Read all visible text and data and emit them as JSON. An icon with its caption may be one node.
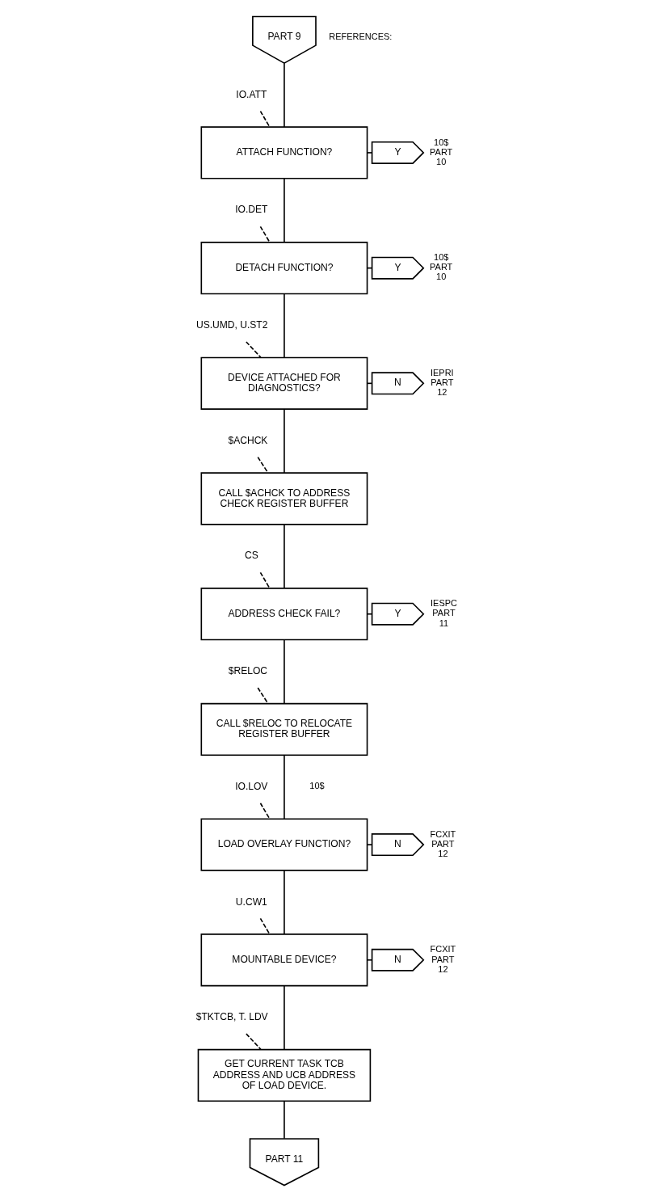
{
  "diagram": {
    "nodes": [
      {
        "text": [
          "PART 9"
        ]
      },
      {
        "text": [
          "IO.ATT"
        ]
      },
      {
        "text": [
          "ATTACH FUNCTION?"
        ]
      },
      {
        "text": [
          "Y"
        ],
        "beside": [
          "10$ PART 10"
        ]
      },
      {
        "text": [
          "IO.DET"
        ]
      },
      {
        "text": [
          "DETACH FUNCTION?"
        ]
      },
      {
        "text": [
          "Y"
        ],
        "beside": [
          "10$ PART 10"
        ]
      },
      {
        "text": [
          "US.UMD, U.ST2"
        ]
      },
      {
        "text": [
          "DEVICE ATTACHED FOR DIAGNOSTICS?"
        ]
      },
      {
        "text": [
          "N"
        ],
        "beside": [
          "IEPRI PART 12"
        ]
      },
      {
        "text": [
          "$ACHCK"
        ]
      },
      {
        "text": [
          "CALL $ACHCK TO ADDRESS CHECK REGISTER BUFFER"
        ]
      },
      {
        "text": [
          "CS"
        ]
      },
      {
        "text": [
          "ADDRESS CHECK FAIL?"
        ]
      },
      {
        "text": [
          "Y"
        ],
        "beside": [
          "IESPC PART 11"
        ]
      },
      {
        "text": [
          "$RELOC"
        ]
      },
      {
        "text": [
          "CALL $RELOC TO RELOCATE REGISTER BUFFER"
        ]
      },
      {
        "text": [
          "IO.LOV"
        ]
      },
      {
        "text": [
          "LOAD OVERLAY FUNCTION?"
        ]
      },
      {
        "text": [
          "N"
        ],
        "beside": [
          "FCXIT PART 12"
        ]
      },
      {
        "text": [
          "U.CW1"
        ]
      },
      {
        "text": [
          "MOUNTABLE DEVICE?"
        ]
      },
      {
        "text": [
          "N"
        ],
        "beside": [
          "FCXIT PART 12"
        ]
      },
      {
        "text": [
          "$TKTCB, T. LDV"
        ]
      },
      {
        "text": [
          "GET CURRENT TASK TCB ADDRESS AND UCB ADDRESS OF LOAD DEVICE."
        ]
      },
      {
        "text": [
          "PART 11"
        ]
      }
    ],
    "edges": [
      {
        "from": 0,
        "to": 2,
        "arrow": "none"
      },
      {
        "from": 1,
        "to": 2,
        "arrow": "none",
        "style": "dashed"
      },
      {
        "from": 2,
        "to": 3,
        "arrow": "none"
      },
      {
        "from": 2,
        "to": 5,
        "arrow": "none"
      },
      {
        "from": 4,
        "to": 5,
        "arrow": "none",
        "style": "dashed"
      },
      {
        "from": 5,
        "to": 6,
        "arrow": "none"
      },
      {
        "from": 5,
        "to": 8,
        "arrow": "none"
      },
      {
        "from": 7,
        "to": 8,
        "arrow": "none",
        "style": "dashed"
      },
      {
        "from": 8,
        "to": 9,
        "arrow": "none"
      },
      {
        "from": 8,
        "to": 11,
        "arrow": "none"
      },
      {
        "from": 10,
        "to": 11,
        "arrow": "none",
        "style": "dashed"
      },
      {
        "from": 11,
        "to": 13,
        "arrow": "none"
      },
      {
        "from": 12,
        "to": 13,
        "arrow": "none",
        "style": "dashed"
      },
      {
        "from": 13,
        "to": 14,
        "arrow": "none"
      },
      {
        "from": 13,
        "to": 16,
        "arrow": "none"
      },
      {
        "from": 15,
        "to": 16,
        "arrow": "none",
        "style": "dashed"
      },
      {
        "from": 16,
        "to": 18,
        "arrow": "none"
      },
      {
        "from": 17,
        "to": 18,
        "arrow": "none",
        "style": "dashed"
      },
      {
        "from": 18,
        "to": 19,
        "arrow": "none"
      },
      {
        "from": 18,
        "to": 21,
        "arrow": "none"
      },
      {
        "from": 20,
        "to": 21,
        "arrow": "none",
        "style": "dashed"
      },
      {
        "from": 21,
        "to": 22,
        "arrow": "none"
      },
      {
        "from": 21,
        "to": 24,
        "arrow": "none"
      },
      {
        "from": 23,
        "to": 24,
        "arrow": "none",
        "style": "dashed"
      },
      {
        "from": 24,
        "to": 25,
        "arrow": "none"
      }
    ],
    "labels": [
      "REFERENCES:",
      "10$"
    ]
  }
}
